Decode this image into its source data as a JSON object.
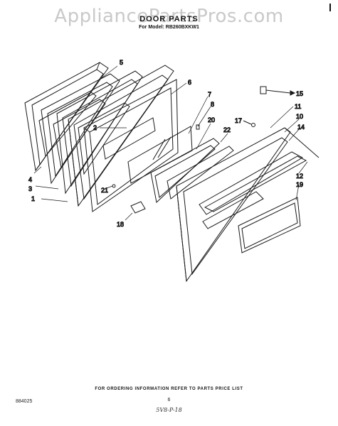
{
  "watermark": "AppliancePartsPros.com",
  "title": "DOOR PARTS",
  "model": "For Model: RB260BXKW1",
  "footer": "FOR ORDERING INFORMATION REFER TO PARTS PRICE LIST",
  "doc_number": "884025",
  "page_number": "6",
  "signature": "5V8-P-18",
  "callouts": [
    "1",
    "2",
    "3",
    "4",
    "5",
    "6",
    "7",
    "8",
    "10",
    "11",
    "12",
    "14",
    "15",
    "17",
    "18",
    "19",
    "20",
    "21",
    "22"
  ]
}
